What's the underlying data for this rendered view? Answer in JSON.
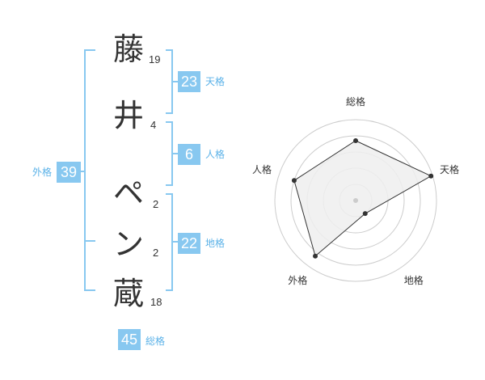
{
  "name": {
    "chars": [
      {
        "char": "藤",
        "strokes": "19"
      },
      {
        "char": "井",
        "strokes": "4"
      },
      {
        "char": "ペ",
        "strokes": "2"
      },
      {
        "char": "ン",
        "strokes": "2"
      },
      {
        "char": "蔵",
        "strokes": "18"
      }
    ]
  },
  "kakusu": {
    "tenkaku": {
      "value": "23",
      "label": "天格"
    },
    "jinkaku": {
      "value": "6",
      "label": "人格"
    },
    "chikaku": {
      "value": "22",
      "label": "地格"
    },
    "gaikaku": {
      "value": "39",
      "label": "外格"
    },
    "soukaku": {
      "value": "45",
      "label": "総格"
    }
  },
  "colors": {
    "accent": "#88c8f0",
    "accent_text": "#5bb2e8",
    "bracket": "#88c8f0",
    "radar_fill": "#eeeeee",
    "radar_ring": "#cccccc",
    "radar_line": "#333333"
  },
  "chart_data": {
    "type": "radar",
    "axes": [
      "総格",
      "天格",
      "地格",
      "外格",
      "人格"
    ],
    "values": [
      0.74,
      0.98,
      0.2,
      0.85,
      0.8
    ],
    "range": [
      0,
      1
    ],
    "rings": 5
  }
}
